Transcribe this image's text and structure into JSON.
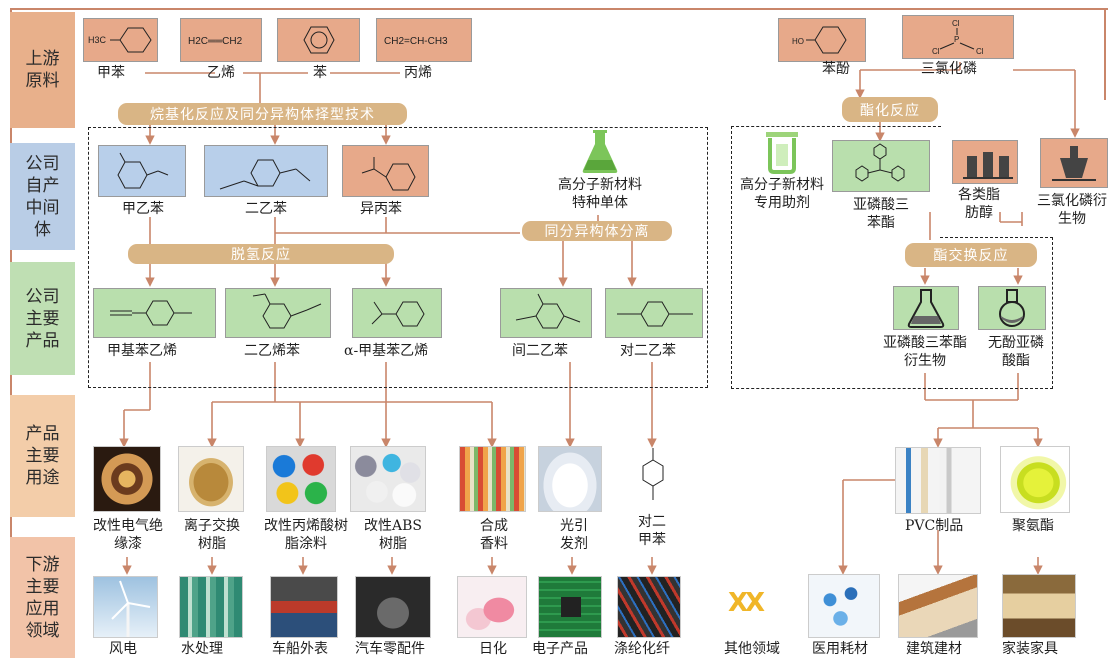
{
  "stages": {
    "upstream": "上游原料",
    "intermediate": "公司自产中间体",
    "products": "公司主要产品",
    "uses": "产品主要用途",
    "downstream": "下游主要应用领域"
  },
  "formulas": {
    "toluene": "H3C",
    "ethylene": "H2C══CH2",
    "propylene": "CH2=CH-CH3",
    "phenol": "HO",
    "pcl3_cl": "Cl",
    "pcl3_p": "P"
  },
  "raw_materials": {
    "toluene": "甲苯",
    "ethylene": "乙烯",
    "benzene": "苯",
    "propylene": "丙烯",
    "phenol": "苯酚",
    "pcl3": "三氯化磷"
  },
  "processes": {
    "alkylation": "烷基化反应及同分异构体择型技术",
    "dehydrogenation": "脱氢反应",
    "isomer_separation": "同分异构体分离",
    "esterification": "酯化反应",
    "transesterification": "酯交换反应"
  },
  "intermediates": {
    "ethyltoluene": "甲乙苯",
    "diethylbenzene": "二乙苯",
    "cumene": "异丙苯",
    "polymer_monomer": "高分子新材料特种单体",
    "polymer_additive": "高分子新材料专用助剂",
    "tpp": "亚磷酸三苯酯",
    "fatty_alcohols": "各类脂肪醇",
    "pcl3_derivatives": "三氯化磷衍生物"
  },
  "products": {
    "methylstyrene": "甲基苯乙烯",
    "dvb": "二乙烯苯",
    "ams": "α-甲基苯乙烯",
    "mdeb": "间二乙苯",
    "pdeb": "对二乙苯",
    "tpp_derivatives": "亚磷酸三苯酯衍生物",
    "phenol_free": "无酚亚磷酸酯"
  },
  "uses": {
    "insulating_paint": "改性电气绝缘漆",
    "ion_resin": "离子交换树脂",
    "acrylic_coating": "改性丙烯酸树脂涂料",
    "abs": "改性ABS树脂",
    "fragrance": "合成香料",
    "photoinitiator": "光引发剂",
    "pxylene": "对二甲苯",
    "pvc": "PVC制品",
    "pu": "聚氨酯"
  },
  "downstream": {
    "wind": "风电",
    "water": "水处理",
    "ship": "车船外表",
    "auto": "汽车零配件",
    "daily": "日化",
    "electronics": "电子产品",
    "fiber": "涤纶化纤",
    "other": "其他领域",
    "medical": "医用耗材",
    "building": "建筑建材",
    "furniture": "家装家具",
    "xx": "XX"
  },
  "colors": {
    "orange_box": "#e7a98a",
    "blue_box": "#b8cfea",
    "green_box": "#b9dfad",
    "pill": "#d9b585",
    "arrow": "#c9866a",
    "flask_green": "#7cc55a"
  }
}
